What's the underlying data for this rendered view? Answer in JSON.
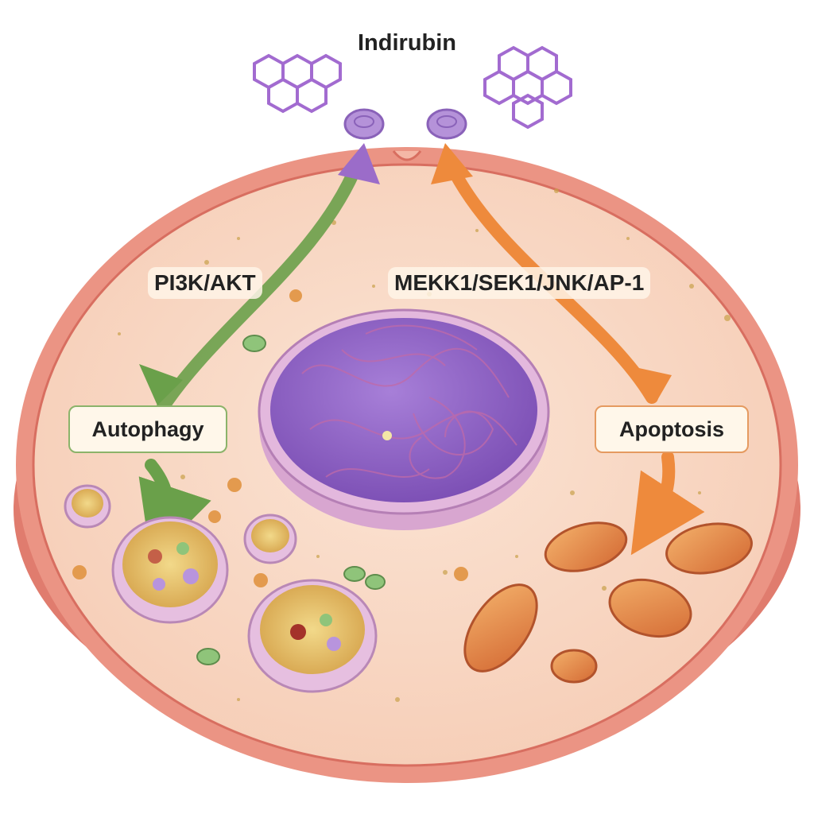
{
  "diagram": {
    "title": "Indirubin",
    "pathways": [
      {
        "label": "PI3K/AKT",
        "color": "#6aa04a"
      },
      {
        "label": "MEKK1/SEK1/JNK/AP-1",
        "color": "#ee8a3c"
      }
    ],
    "outcomes": [
      {
        "label": "Autophagy"
      },
      {
        "label": "Apoptosis"
      }
    ],
    "colors": {
      "cell_membrane": "#e8877a",
      "cytoplasm": "#f8d8c4",
      "nucleus": "#9b6cc9",
      "molecule": "#a26bd0",
      "autophagy_arrow": "#6aa04a",
      "apoptosis_arrow": "#ee8a3c"
    }
  }
}
